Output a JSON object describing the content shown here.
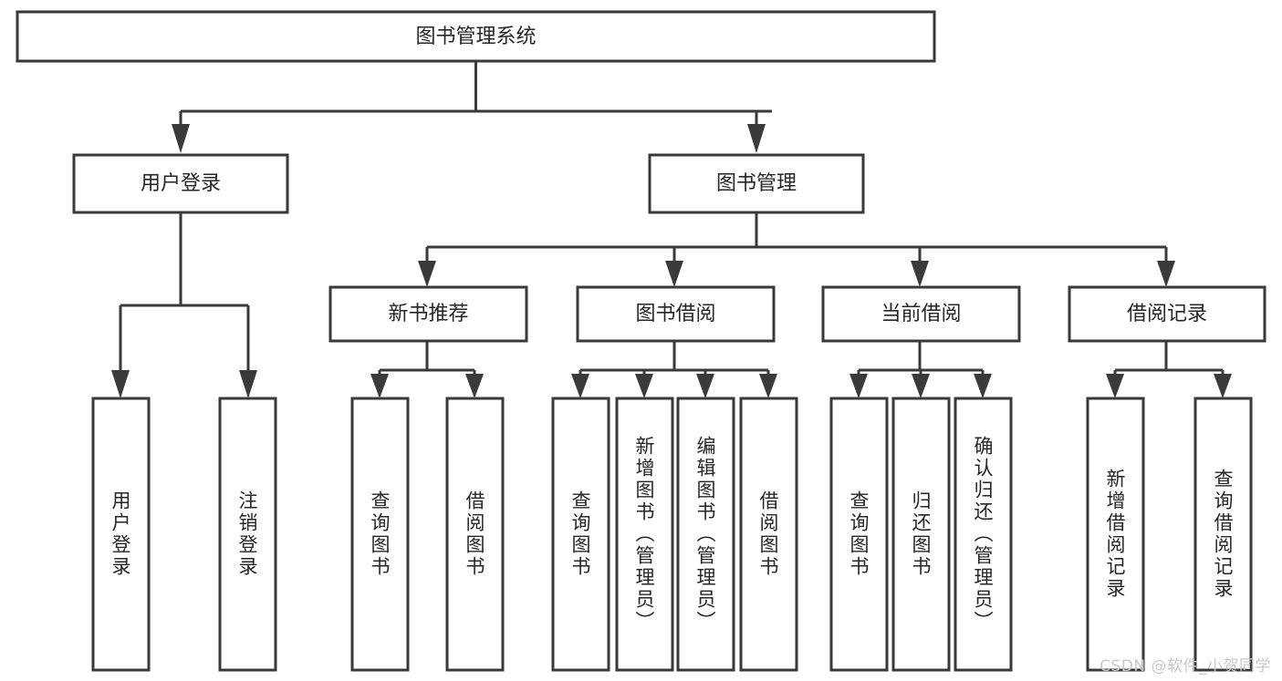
{
  "diagram": {
    "type": "tree-hierarchy",
    "title": "图书管理系统",
    "watermark": "CSDN @软件_小贺同学",
    "colors": {
      "stroke": "#3a3a3a",
      "fill": "#ffffff",
      "text": "#262626",
      "watermark": "#c9c9c9"
    },
    "levels": {
      "root": {
        "label": "图书管理系统"
      },
      "level2": [
        {
          "id": "user-login",
          "label": "用户登录"
        },
        {
          "id": "book-management",
          "label": "图书管理"
        }
      ],
      "level3": [
        {
          "id": "new-book-recommend",
          "label": "新书推荐",
          "parent": "book-management"
        },
        {
          "id": "book-borrow",
          "label": "图书借阅",
          "parent": "book-management"
        },
        {
          "id": "current-borrow",
          "label": "当前借阅",
          "parent": "book-management"
        },
        {
          "id": "borrow-record",
          "label": "借阅记录",
          "parent": "book-management"
        }
      ],
      "leaves": [
        {
          "id": "leaf-user-login",
          "label": "用户登录",
          "parent": "user-login"
        },
        {
          "id": "leaf-user-logout",
          "label": "注销登录",
          "parent": "user-login"
        },
        {
          "id": "leaf-query-book-1",
          "label": "查询图书",
          "parent": "new-book-recommend"
        },
        {
          "id": "leaf-borrow-book-1",
          "label": "借阅图书",
          "parent": "new-book-recommend"
        },
        {
          "id": "leaf-query-book-2",
          "label": "查询图书",
          "parent": "book-borrow"
        },
        {
          "id": "leaf-add-book",
          "label": "新增图书（管理员）",
          "parent": "book-borrow"
        },
        {
          "id": "leaf-edit-book",
          "label": "编辑图书（管理员）",
          "parent": "book-borrow"
        },
        {
          "id": "leaf-borrow-book-2",
          "label": "借阅图书",
          "parent": "book-borrow"
        },
        {
          "id": "leaf-query-book-3",
          "label": "查询图书",
          "parent": "current-borrow"
        },
        {
          "id": "leaf-return-book",
          "label": "归还图书",
          "parent": "current-borrow"
        },
        {
          "id": "leaf-confirm-return",
          "label": "确认归还（管理员）",
          "parent": "current-borrow"
        },
        {
          "id": "leaf-add-record",
          "label": "新增借阅记录",
          "parent": "borrow-record"
        },
        {
          "id": "leaf-query-record",
          "label": "查询借阅记录",
          "parent": "borrow-record"
        }
      ]
    }
  }
}
